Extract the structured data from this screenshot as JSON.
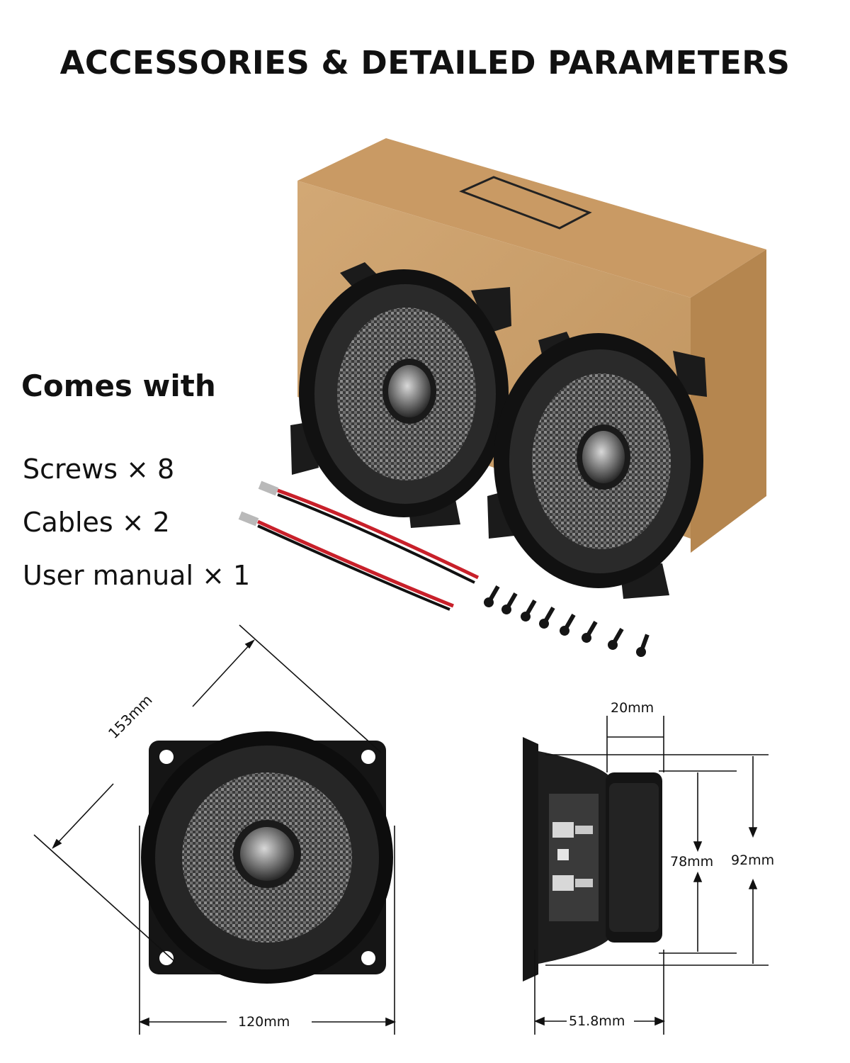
{
  "title": "ACCESSORIES & DETAILED PARAMETERS",
  "comes_with": {
    "heading": "Comes with",
    "items": [
      "Screws × 8",
      "Cables × 2",
      "User manual × 1"
    ]
  },
  "dimensions": {
    "diagonal": "153mm",
    "width": "120mm",
    "top_depth": "20mm",
    "inner_height": "78mm",
    "outer_height": "92mm",
    "total_depth": "51.8mm"
  },
  "colors": {
    "box": "#c79f6b",
    "box_side": "#b8895a",
    "speaker": "#1a1a1a",
    "cable_red": "#c8202a"
  }
}
